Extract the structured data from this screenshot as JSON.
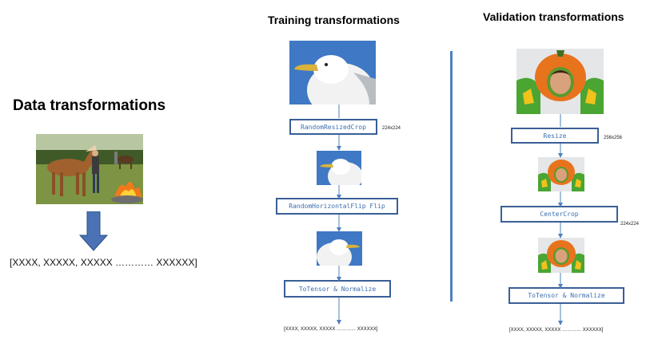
{
  "left_panel": {
    "title": "Data transformations",
    "output_vector": "[XXXX, XXXXX, XXXXX  ………… XXXXXX]"
  },
  "training": {
    "title": "Training transformations",
    "steps": [
      {
        "label": "RandomResizedCrop",
        "size": "224x224"
      },
      {
        "label": "RandomHorizontalFlip Flip",
        "size": ""
      },
      {
        "label": "ToTensor & Normalize",
        "size": ""
      }
    ],
    "output_vector": "[XXXX, XXXXX, XXXXX  ………… XXXXXX]"
  },
  "validation": {
    "title": "Validation transformations",
    "steps": [
      {
        "label": "Resize",
        "size": "256x256"
      },
      {
        "label": "CenterCrop",
        "size": "224x224"
      },
      {
        "label": "ToTensor & Normalize",
        "size": ""
      }
    ],
    "output_vector": "[XXXX, XXXXX, XXXXX  ………… XXXXXX]"
  },
  "colors": {
    "box_border": "#3a5f96",
    "box_text": "#3b6fb0",
    "arrow": "#4f81bd",
    "big_arrow": "#4a72b5",
    "divider": "#4f81bd"
  },
  "images": {
    "horses": "photo of horses and people beside a bonfire on a pasture",
    "gull": "photo of a seagull head against blue sky",
    "pumpkin": "photo of child's face in pumpkin cutout board"
  }
}
